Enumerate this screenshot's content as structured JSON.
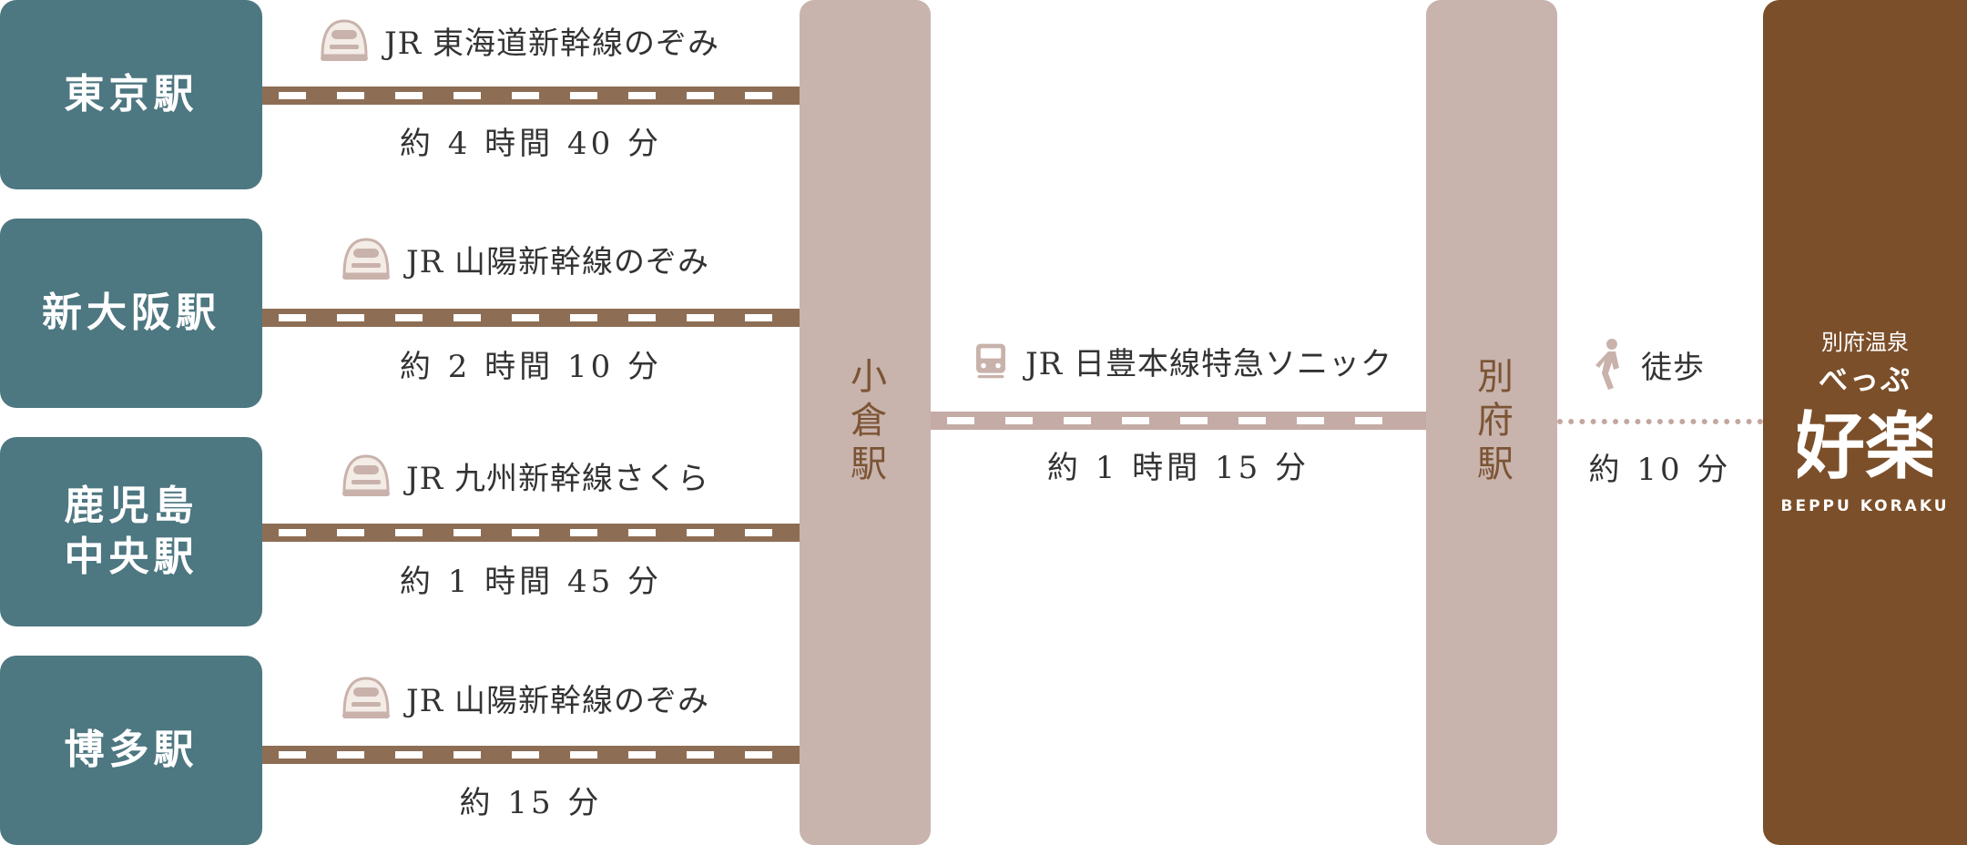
{
  "origins": [
    {
      "name": "東京駅",
      "line": "JR 東海道新幹線のぞみ",
      "time": "約 4 時間 40 分",
      "icon": "shinkansen-icon"
    },
    {
      "name": "新大阪駅",
      "line": "JR 山陽新幹線のぞみ",
      "time": "約 2 時間 10 分",
      "icon": "shinkansen-icon"
    },
    {
      "name": "鹿児島\n中央駅",
      "line": "JR 九州新幹線さくら",
      "time": "約 1 時間 45 分",
      "icon": "shinkansen-icon"
    },
    {
      "name": "博多駅",
      "line": "JR 山陽新幹線のぞみ",
      "time": "約 15 分",
      "icon": "shinkansen-icon"
    }
  ],
  "kokura": {
    "name": "小倉駅"
  },
  "sonic": {
    "line": "JR 日豊本線特急ソニック",
    "time": "約 1 時間 15 分",
    "icon": "train-icon"
  },
  "beppu": {
    "name": "別府駅"
  },
  "walk": {
    "label": "徒歩",
    "time": "約 10 分",
    "icon": "walking-person-icon"
  },
  "destination": {
    "subtitle": "別府温泉",
    "brand_jp": "べっぷ",
    "logo_text": "好楽",
    "brand_en": "BEPPU KORAKU"
  },
  "colors": {
    "station": "#4d7781",
    "hub": "#c8b3ad",
    "track": "#8d6e55",
    "destination": "#7b4f2a"
  }
}
